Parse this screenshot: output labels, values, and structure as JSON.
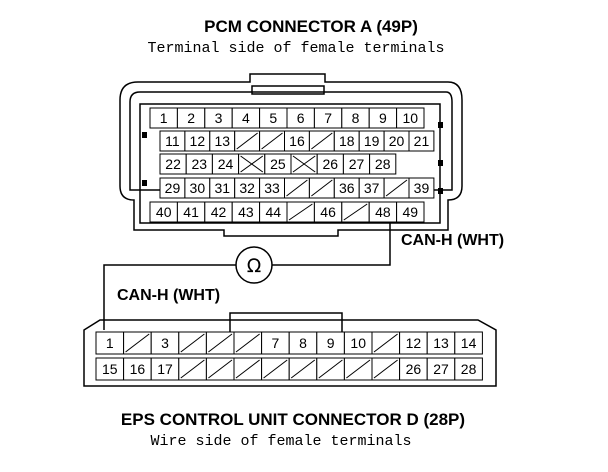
{
  "pcm_connector": {
    "title": "PCM CONNECTOR A (49P)",
    "subtitle": "Terminal side of female terminals",
    "rows": [
      [
        {
          "t": "1"
        },
        {
          "t": "2"
        },
        {
          "t": "3"
        },
        {
          "t": "4"
        },
        {
          "t": "5"
        },
        {
          "t": "6"
        },
        {
          "t": "7"
        },
        {
          "t": "8"
        },
        {
          "t": "9"
        },
        {
          "t": "10"
        }
      ],
      [
        {
          "t": "11"
        },
        {
          "t": "12"
        },
        {
          "t": "13"
        },
        {
          "t": "",
          "e": "slash"
        },
        {
          "t": "",
          "e": "slash"
        },
        {
          "t": "16"
        },
        {
          "t": "",
          "e": "slash"
        },
        {
          "t": "18"
        },
        {
          "t": "19"
        },
        {
          "t": "20"
        },
        {
          "t": "21"
        }
      ],
      [
        {
          "t": "22"
        },
        {
          "t": "23"
        },
        {
          "t": "24"
        },
        {
          "t": "",
          "e": "cross"
        },
        {
          "t": "25"
        },
        {
          "t": "",
          "e": "cross"
        },
        {
          "t": "26"
        },
        {
          "t": "27"
        },
        {
          "t": "28"
        }
      ],
      [
        {
          "t": "29"
        },
        {
          "t": "30"
        },
        {
          "t": "31"
        },
        {
          "t": "32"
        },
        {
          "t": "33"
        },
        {
          "t": "",
          "e": "slash"
        },
        {
          "t": "",
          "e": "slash"
        },
        {
          "t": "36"
        },
        {
          "t": "37"
        },
        {
          "t": "",
          "e": "slash"
        },
        {
          "t": "39"
        }
      ],
      [
        {
          "t": "40"
        },
        {
          "t": "41"
        },
        {
          "t": "42"
        },
        {
          "t": "43"
        },
        {
          "t": "44"
        },
        {
          "t": "",
          "e": "slash"
        },
        {
          "t": "46"
        },
        {
          "t": "",
          "e": "slash"
        },
        {
          "t": "48"
        },
        {
          "t": "49"
        }
      ]
    ]
  },
  "eps_connector": {
    "title": "EPS CONTROL UNIT CONNECTOR D (28P)",
    "subtitle": "Wire side of female terminals",
    "rows": [
      [
        {
          "t": "1"
        },
        {
          "t": "",
          "e": "slash"
        },
        {
          "t": "3"
        },
        {
          "t": "",
          "e": "slash"
        },
        {
          "t": "",
          "e": "slash"
        },
        {
          "t": "",
          "e": "slash"
        },
        {
          "t": "7"
        },
        {
          "t": "8"
        },
        {
          "t": "9"
        },
        {
          "t": "10"
        },
        {
          "t": "",
          "e": "slash"
        },
        {
          "t": "12"
        },
        {
          "t": "13"
        },
        {
          "t": "14"
        }
      ],
      [
        {
          "t": "15"
        },
        {
          "t": "16"
        },
        {
          "t": "17"
        },
        {
          "t": "",
          "e": "slash"
        },
        {
          "t": "",
          "e": "slash"
        },
        {
          "t": "",
          "e": "slash"
        },
        {
          "t": "",
          "e": "slash"
        },
        {
          "t": "",
          "e": "slash"
        },
        {
          "t": "",
          "e": "slash"
        },
        {
          "t": "",
          "e": "slash"
        },
        {
          "t": "",
          "e": "slash"
        },
        {
          "t": "26"
        },
        {
          "t": "27"
        },
        {
          "t": "28"
        }
      ]
    ]
  },
  "wires": {
    "pcm_label": "CAN-H (WHT)",
    "eps_label": "CAN-H (WHT)"
  },
  "meter": {
    "symbol": "Ω"
  }
}
